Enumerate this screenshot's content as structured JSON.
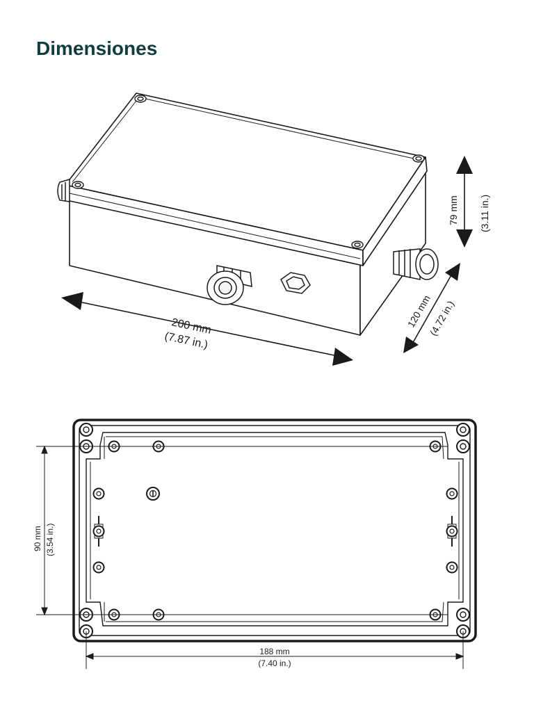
{
  "page": {
    "title": "Dimensiones",
    "accent_color": "#0f3d40"
  },
  "isometric_view": {
    "length": {
      "mm": "200 mm",
      "inch": "(7.87 in.)"
    },
    "height": {
      "mm": "79 mm",
      "inch": "(3.11 in.)"
    },
    "depth": {
      "mm": "120 mm",
      "inch": "(4.72 in.)"
    }
  },
  "top_view": {
    "width": {
      "mm": "188 mm",
      "inch": "(7.40 in.)"
    },
    "height": {
      "mm": "90 mm",
      "inch": "(3.54 in.)"
    }
  }
}
